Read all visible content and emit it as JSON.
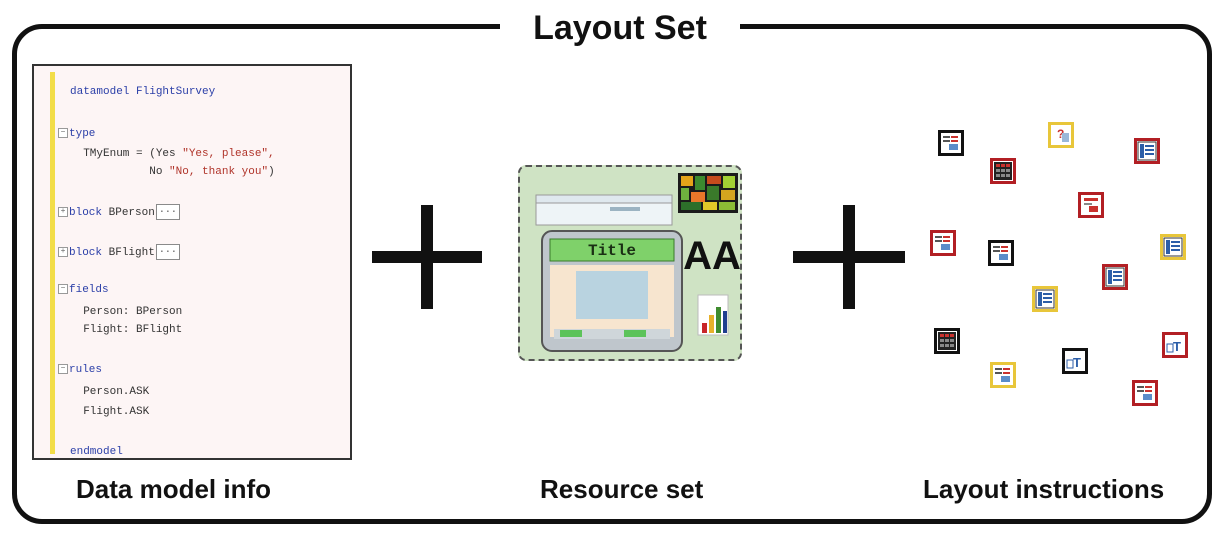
{
  "frame": {
    "title": "Layout Set"
  },
  "code": {
    "lines": [
      {
        "parts": [
          {
            "t": "datamodel FlightSurvey",
            "c": "kw"
          }
        ]
      },
      {
        "fold": "minus",
        "parts": [
          {
            "t": "type",
            "c": "kw"
          }
        ]
      },
      {
        "parts": [
          {
            "t": "  TMyEnum = (Yes ",
            "c": ""
          },
          {
            "t": "\"Yes, please\",",
            "c": "str"
          }
        ]
      },
      {
        "parts": [
          {
            "t": "            No ",
            "c": ""
          },
          {
            "t": "\"No, thank you\"",
            "c": "str"
          },
          {
            "t": ")",
            "c": ""
          }
        ]
      },
      {
        "fold": "plus",
        "parts": [
          {
            "t": "block",
            "c": "kw"
          },
          {
            "t": " BPerson",
            "c": ""
          }
        ],
        "collapsed": "..."
      },
      {
        "fold": "plus",
        "parts": [
          {
            "t": "block",
            "c": "kw"
          },
          {
            "t": " BFlight",
            "c": ""
          }
        ],
        "collapsed": "..."
      },
      {
        "fold": "minus",
        "parts": [
          {
            "t": "fields",
            "c": "kw"
          }
        ]
      },
      {
        "parts": [
          {
            "t": "  Person: BPerson",
            "c": ""
          }
        ]
      },
      {
        "parts": [
          {
            "t": "  Flight: BFlight",
            "c": ""
          }
        ]
      },
      {
        "fold": "minus",
        "parts": [
          {
            "t": "rules",
            "c": "kw"
          }
        ]
      },
      {
        "parts": [
          {
            "t": "  Person.ASK",
            "c": ""
          }
        ]
      },
      {
        "parts": [
          {
            "t": "  Flight.ASK",
            "c": ""
          }
        ]
      },
      {
        "parts": [
          {
            "t": "endmodel",
            "c": "kw"
          }
        ]
      }
    ]
  },
  "captions": {
    "left": "Data model info",
    "middle": "Resource set",
    "right": "Layout instructions"
  },
  "resource": {
    "title_text": "Title",
    "font_glyph": "AA"
  },
  "layout_icons": [
    {
      "kind": "table",
      "border": "#b21f24"
    },
    {
      "kind": "form",
      "border": "#111111"
    },
    {
      "kind": "question",
      "border": "#e8c63a"
    },
    {
      "kind": "list",
      "border": "#b21f24"
    },
    {
      "kind": "form-red",
      "border": "#b21f24"
    },
    {
      "kind": "form",
      "border": "#b21f24"
    },
    {
      "kind": "form",
      "border": "#111111"
    },
    {
      "kind": "list",
      "border": "#e8c63a"
    },
    {
      "kind": "list",
      "border": "#b21f24"
    },
    {
      "kind": "list",
      "border": "#e8c63a"
    },
    {
      "kind": "table",
      "border": "#111111"
    },
    {
      "kind": "form",
      "border": "#e8c63a"
    },
    {
      "kind": "text",
      "border": "#111111"
    },
    {
      "kind": "text",
      "border": "#b21f24"
    },
    {
      "kind": "form",
      "border": "#b21f24"
    }
  ],
  "colors": {
    "frame": "#111111",
    "gutter": "#f2dd48",
    "keyword": "#2b3fa8",
    "string": "#b0342a",
    "resource_bg": "#cfe3c4"
  }
}
